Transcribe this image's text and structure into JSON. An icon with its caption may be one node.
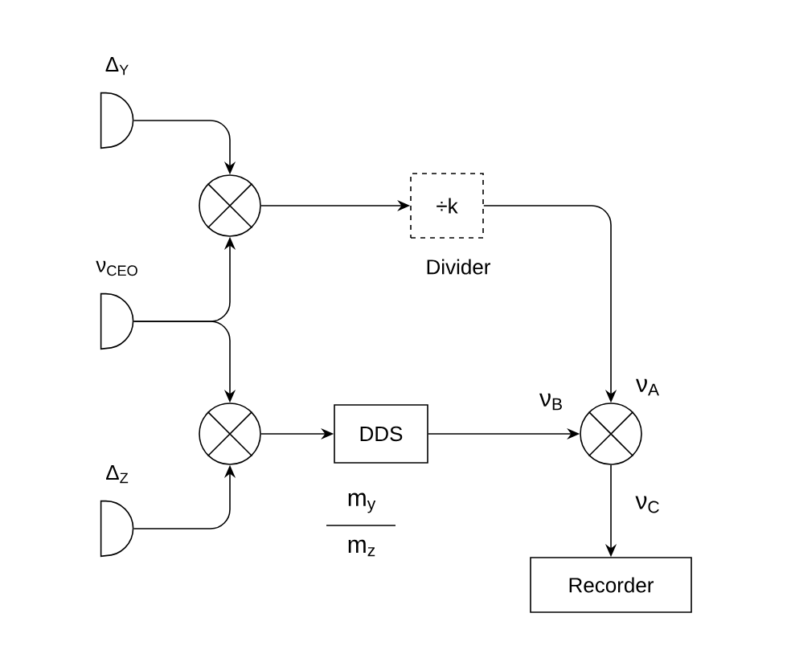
{
  "diagram": {
    "nodes": [
      {
        "text": [
          "Δ$_{Y}$"
        ]
      },
      {
        "text": [],
        "shape": "circle"
      },
      {
        "text": [
          "ν$_{CEO}$"
        ]
      },
      {
        "text": [],
        "shape": "circle"
      },
      {
        "text": [
          "Δ$_{Z}$"
        ]
      },
      {
        "text": [
          "÷k"
        ],
        "beside": [
          "Divider"
        ]
      },
      {
        "text": [
          "DDS"
        ]
      },
      {
        "text": [],
        "shape": "circle"
      },
      {
        "text": [
          "Recorder"
        ]
      }
    ],
    "edges": [
      {
        "from": 0,
        "to": 1,
        "arrow": "to"
      },
      {
        "from": 2,
        "to": 1,
        "arrow": "to"
      },
      {
        "from": 2,
        "to": 3,
        "arrow": "to"
      },
      {
        "from": 4,
        "to": 3,
        "arrow": "to"
      },
      {
        "from": 1,
        "to": 5,
        "arrow": "to"
      },
      {
        "from": 5,
        "to": 7,
        "arrow": "to",
        "label": "ν$_{A}$"
      },
      {
        "from": 3,
        "to": 6,
        "arrow": "to"
      },
      {
        "from": 6,
        "to": 7,
        "arrow": "to",
        "label": "ν$_{B}$"
      },
      {
        "from": 7,
        "to": 8,
        "arrow": "to",
        "label": "ν$_{C}$"
      }
    ],
    "labels": [
      "m$_{y}$",
      "m$_{z}$"
    ]
  }
}
